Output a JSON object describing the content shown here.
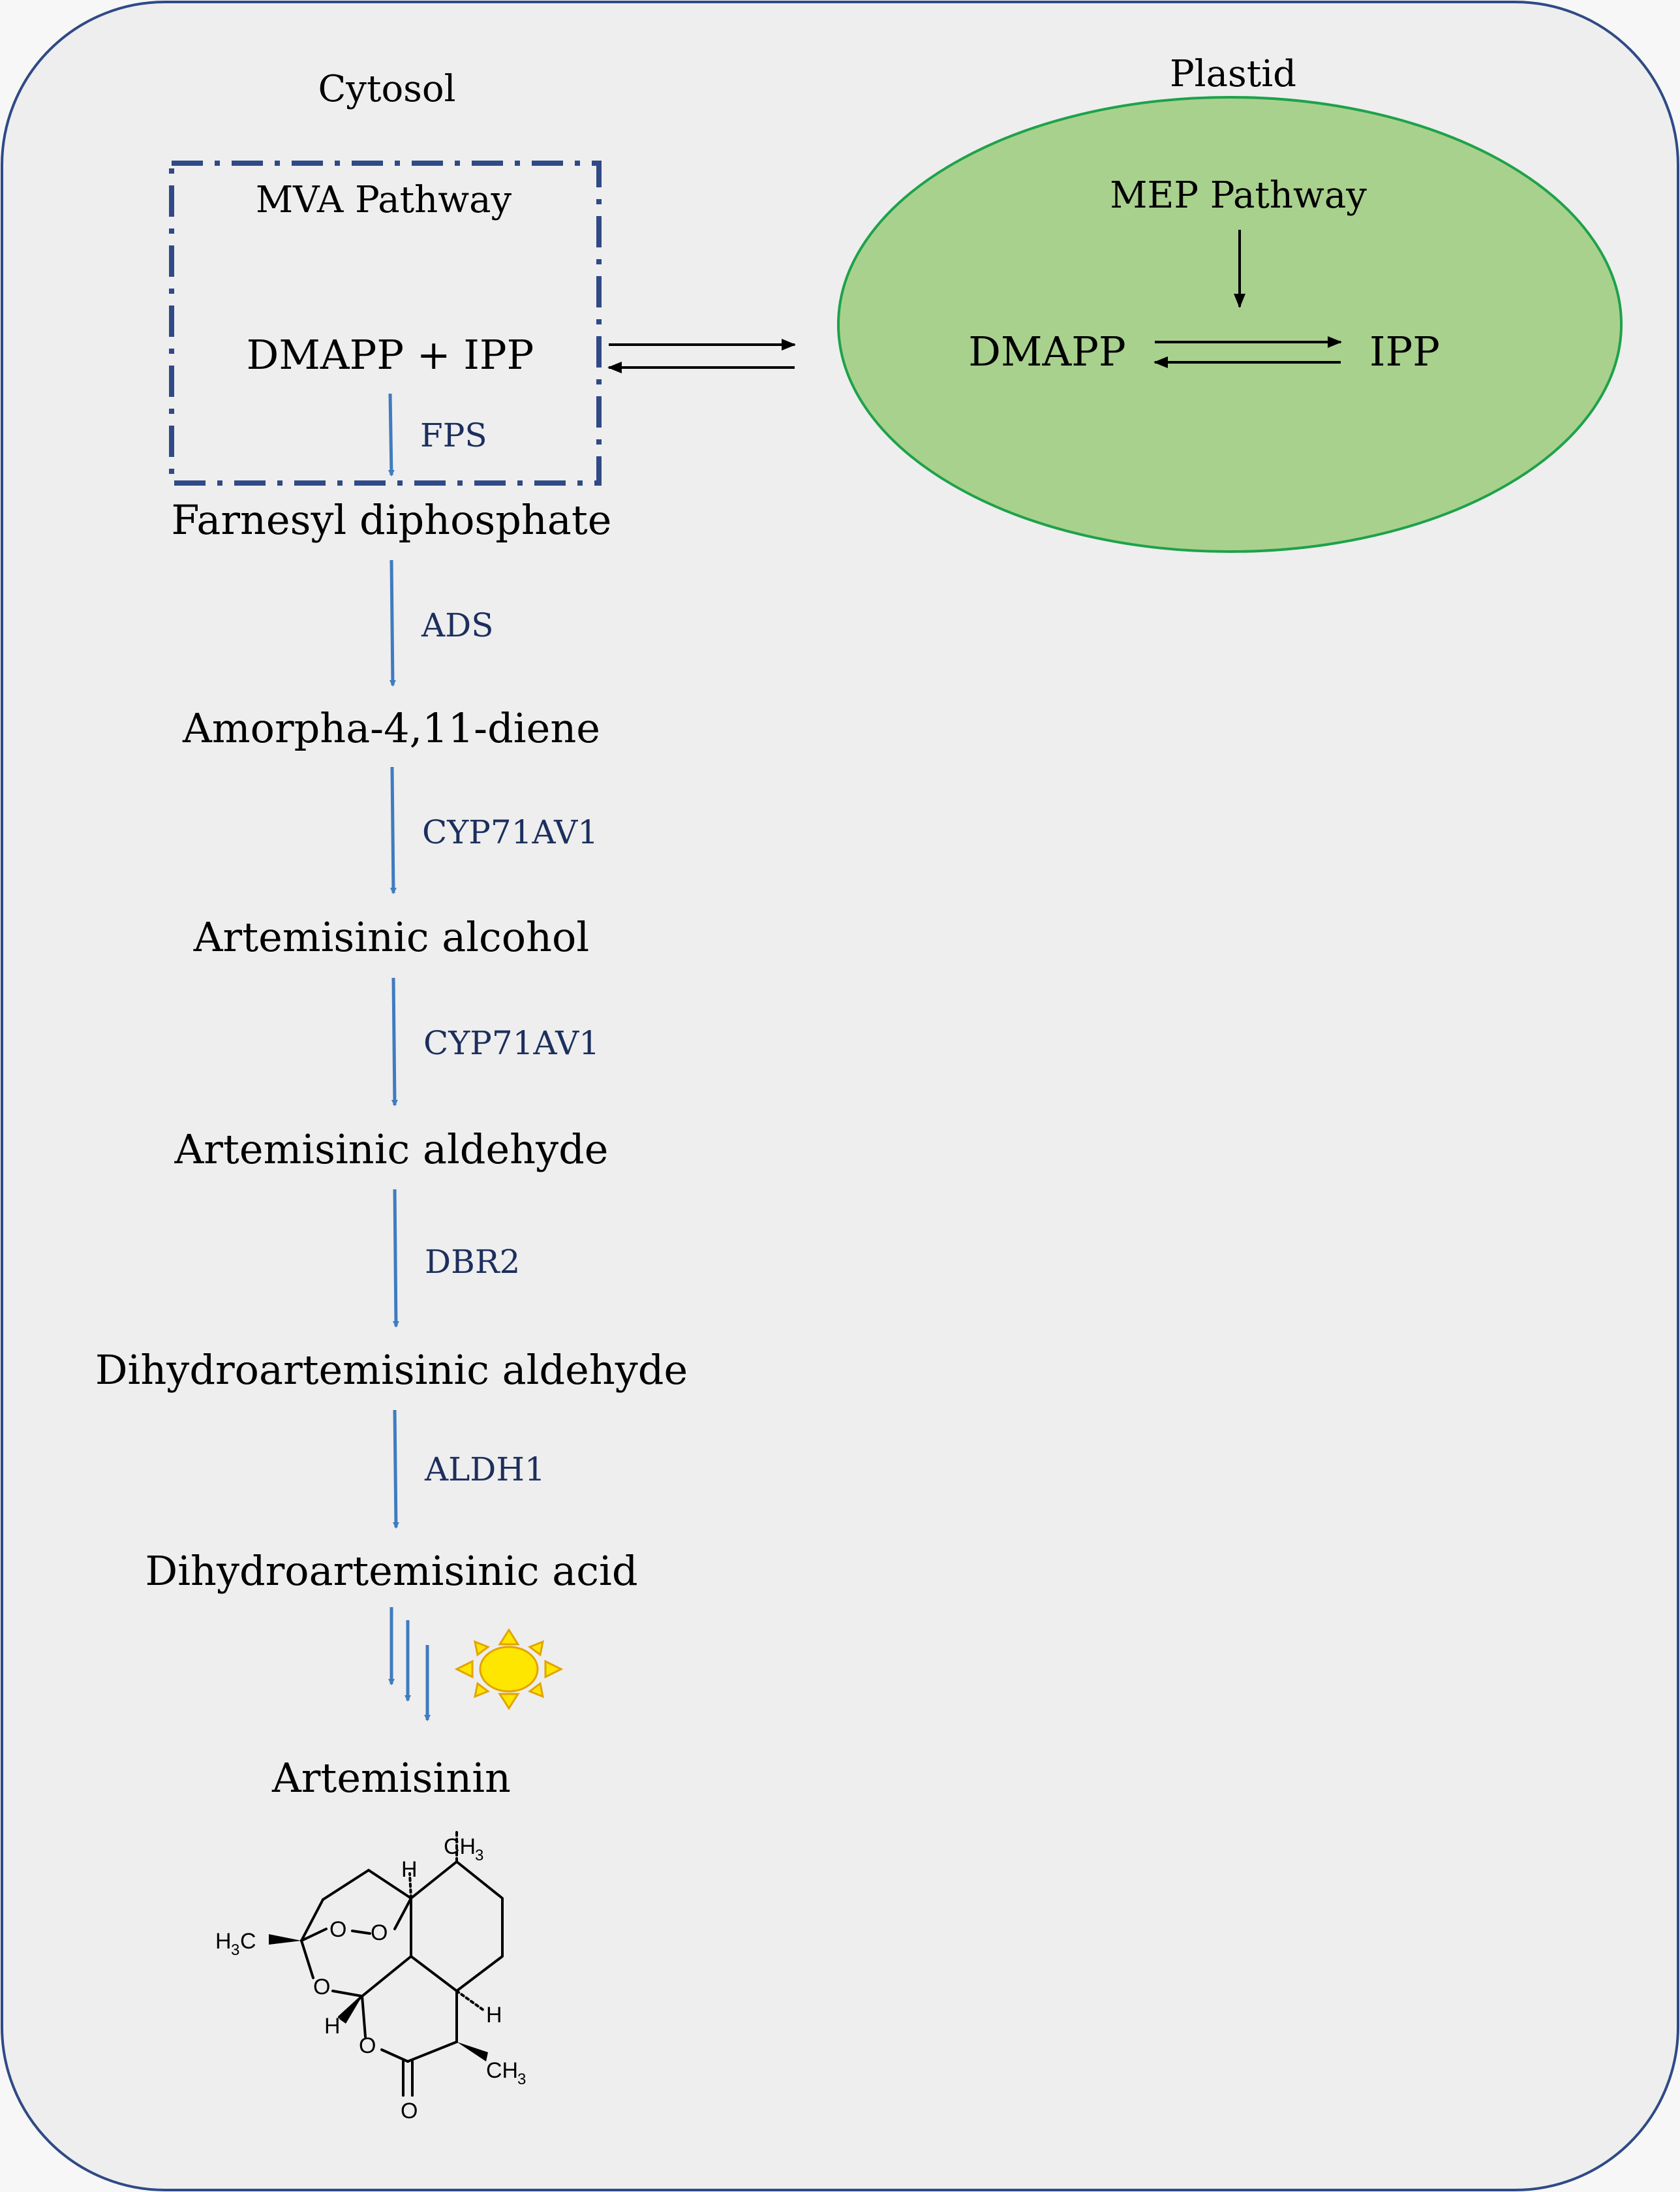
{
  "compartments": {
    "cytosol": "Cytosol",
    "plastid": "Plastid"
  },
  "mva": {
    "pathway_label": "MVA Pathway",
    "substrates": "DMAPP + IPP"
  },
  "mep": {
    "pathway_label": "MEP Pathway",
    "left": "DMAPP",
    "right": "IPP"
  },
  "steps": [
    {
      "enzyme": "FPS",
      "product": "Farnesyl diphosphate"
    },
    {
      "enzyme": "ADS",
      "product": "Amorpha-4,11-diene"
    },
    {
      "enzyme": "CYP71AV1",
      "product": "Artemisinic alcohol"
    },
    {
      "enzyme": "CYP71AV1",
      "product": "Artemisinic aldehyde"
    },
    {
      "enzyme": "DBR2",
      "product": "Dihydroartemisinic aldehyde"
    },
    {
      "enzyme": "ALDH1",
      "product": "Dihydroartemisinic acid"
    },
    {
      "enzyme": "",
      "product": "Artemisinin"
    }
  ],
  "light_icon": "sun-icon",
  "structure": {
    "atoms": {
      "h_top": "H",
      "ch3_top": "CH",
      "ch3_top_sub": "3",
      "h3c_left": "H",
      "h3c_left_sub": "3",
      "h3c_left_c": "C",
      "o1": "O",
      "o2": "O",
      "o3": "O",
      "h_left": "H",
      "o4": "O",
      "h_right": "H",
      "ch3_bottom": "CH",
      "ch3_bottom_sub": "3",
      "o_carbonyl": "O"
    }
  },
  "colors": {
    "cell_fill": "#eeeeee",
    "cell_border": "#2f4a86",
    "plastid_fill": "#a9d18e",
    "plastid_border": "#1ea24a",
    "mva_box": "#2f4a86",
    "pathway_arrow": "#3f7cc0",
    "enzyme_text": "#1c2f5e",
    "sun_fill": "#ffe600",
    "sun_stroke": "#e3a400"
  }
}
